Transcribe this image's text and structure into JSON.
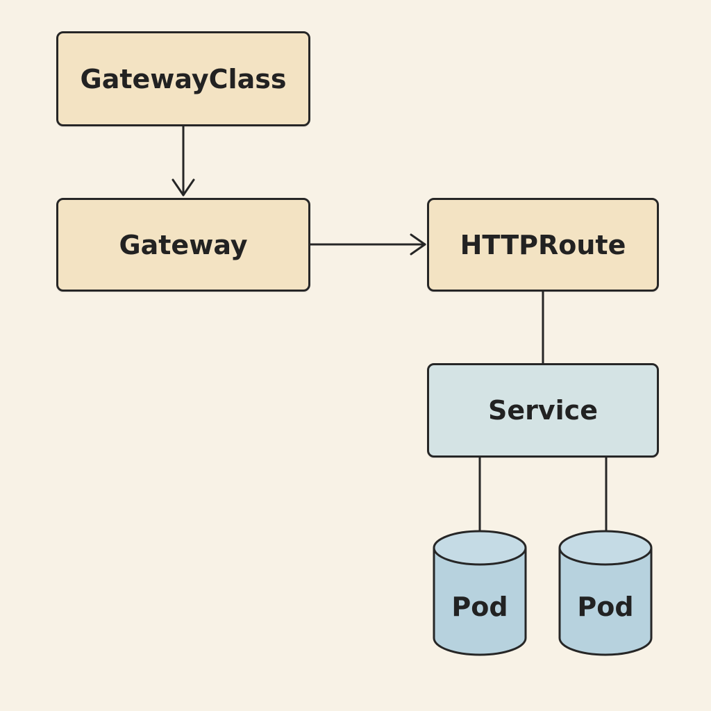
{
  "colors": {
    "background": "#f8f2e6",
    "resource_fill": "#f3e3c3",
    "service_fill": "#d4e3e4",
    "pod_fill": "#b7d2de",
    "stroke": "#262626"
  },
  "nodes": {
    "gatewayclass": "GatewayClass",
    "gateway": "Gateway",
    "httproute": "HTTPRoute",
    "service": "Service",
    "pods": [
      "Pod",
      "Pod"
    ]
  },
  "edges": [
    {
      "from": "GatewayClass",
      "to": "Gateway",
      "arrow": true
    },
    {
      "from": "Gateway",
      "to": "HTTPRoute",
      "arrow": true
    },
    {
      "from": "HTTPRoute",
      "to": "Service",
      "arrow": false
    },
    {
      "from": "Service",
      "to": "Pod",
      "arrow": false
    },
    {
      "from": "Service",
      "to": "Pod",
      "arrow": false
    }
  ]
}
